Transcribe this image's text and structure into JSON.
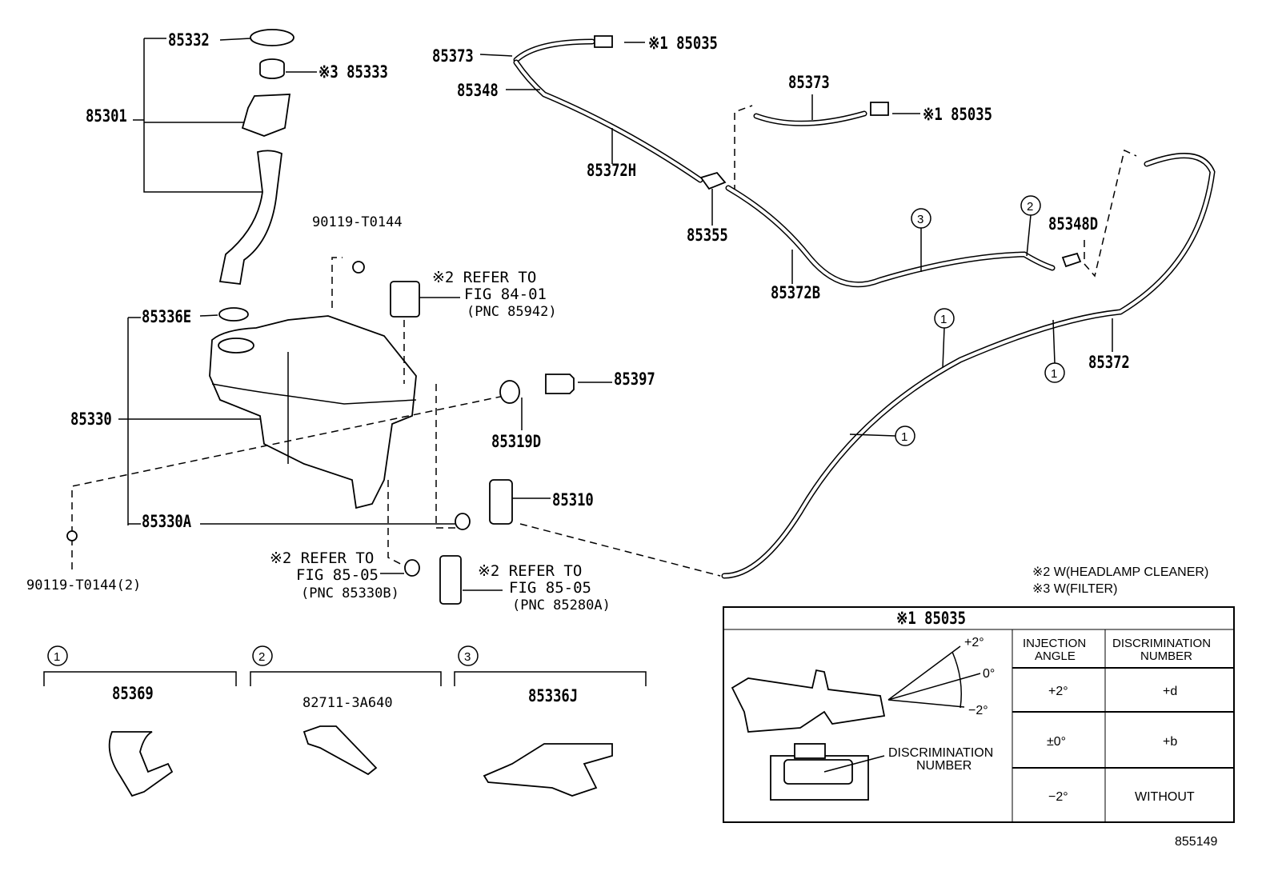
{
  "diagram_code": "855149",
  "labels": {
    "p85332": "85332",
    "p85333": "※3 85333",
    "p85301": "85301",
    "p90119a": "90119-T0144",
    "p85336E": "85336E",
    "p85330": "85330",
    "p85397": "85397",
    "p85319D": "85319D",
    "p85310": "85310",
    "p85330A": "85330A",
    "p90119b": "90119-T0144(2)",
    "p85373a": "85373",
    "p85035a": "※1 85035",
    "p85348": "85348",
    "p85372H": "85372H",
    "p85373b": "85373",
    "p85035b": "※1 85035",
    "p85355": "85355",
    "p85372B": "85372B",
    "p85348D": "85348D",
    "p85372": "85372",
    "p85369": "85369",
    "p82711": "82711-3A640",
    "p85336J": "85336J"
  },
  "refs": {
    "r1": {
      "l1": "※2 REFER TO",
      "l2": "FIG 84-01",
      "l3": "(PNC 85942)"
    },
    "r2": {
      "l1": "※2 REFER TO",
      "l2": "FIG 85-05",
      "l3": "(PNC 85330B)"
    },
    "r3": {
      "l1": "※2 REFER TO",
      "l2": "FIG 85-05",
      "l3": "(PNC 85280A)"
    }
  },
  "callouts": {
    "c1": "1",
    "c2": "2",
    "c3": "3"
  },
  "notes": [
    "※2 W(HEADLAMP CLEANER)",
    "※3 W(FILTER)"
  ],
  "table": {
    "title": "※1 85035",
    "angle_marks": [
      "+2°",
      "0°",
      "−2°"
    ],
    "discrimination_pointer": "DISCRIMINATION NUMBER",
    "headers": [
      "INJECTION ANGLE",
      "DISCRIMINATION NUMBER"
    ],
    "rows": [
      [
        "+2°",
        "+d"
      ],
      [
        "±0°",
        "+b"
      ],
      [
        "−2°",
        "WITHOUT"
      ]
    ]
  }
}
